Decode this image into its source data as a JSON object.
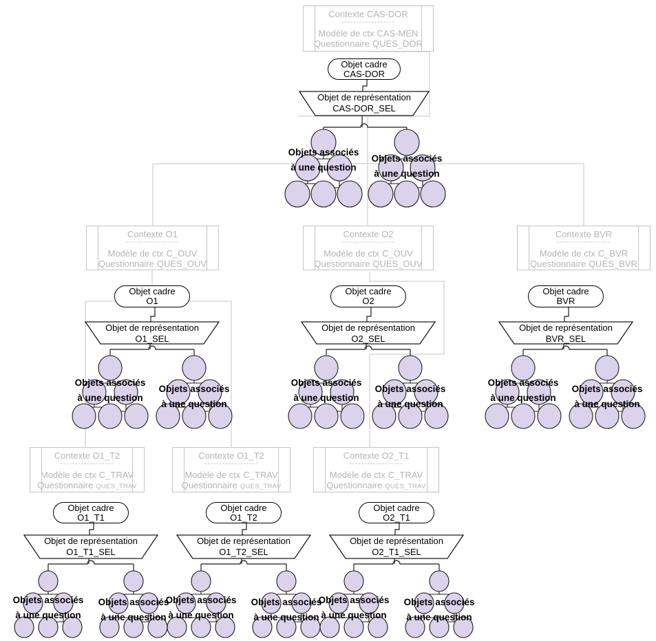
{
  "diagram": {
    "shared": {
      "cadre_label": "Objet cadre",
      "representation_label": "Objet de représentation",
      "association_label_line1": "Objets associés",
      "association_label_line2": "à une question",
      "separator": "------------------",
      "model_label": "Modèle de ctx",
      "questionnaire_label": "Questionnaire"
    },
    "colors": {
      "background": "#ffffff",
      "circle_fill": "#dbd3ec",
      "outline": "#1a1a1a",
      "context_gray": "#b5b5b5",
      "context_border_gray": "#c3c3c3",
      "connector_gray": "#c6c6c6"
    },
    "subtrees": [
      {
        "id": "cas-dor",
        "context_title": "Contexte CAS-DOR",
        "model_value": "CAS-MEN",
        "questionnaire_value": "QUES_DOR",
        "cadre_name": "CAS-DOR",
        "representation_name": "CAS-DOR_SEL"
      },
      {
        "id": "o1",
        "context_title": "Contexte O1",
        "model_value": "C_OUV",
        "questionnaire_value": "QUES_OUV",
        "cadre_name": "O1",
        "representation_name": "O1_SEL"
      },
      {
        "id": "o2",
        "context_title": "Contexte O2",
        "model_value": "C_OUV",
        "questionnaire_value": "QUES_OUV",
        "cadre_name": "O2",
        "representation_name": "O2_SEL"
      },
      {
        "id": "bvr",
        "context_title": "Contexte BVR",
        "model_value": "C_BVR",
        "questionnaire_value": "QUES_BVR",
        "cadre_name": "BVR",
        "representation_name": "BVR_SEL"
      },
      {
        "id": "o1-t1",
        "context_title": "Contexte O1_T2",
        "model_value": "C_TRAV",
        "questionnaire_value": "QUES_TRAV",
        "cadre_name": "O1_T1",
        "representation_name": "O1_T1_SEL"
      },
      {
        "id": "o1-t2",
        "context_title": "Contexte O1_T2",
        "model_value": "C_TRAV",
        "questionnaire_value": "QUES_TRAV",
        "cadre_name": "O1_T2",
        "representation_name": "O1_T2_SEL"
      },
      {
        "id": "o2-t1",
        "context_title": "Contexte O2_T1",
        "model_value": "C_TRAV",
        "questionnaire_value": "QUES_TRAV",
        "cadre_name": "O2_T1",
        "representation_name": "O2_T1_SEL"
      }
    ]
  }
}
